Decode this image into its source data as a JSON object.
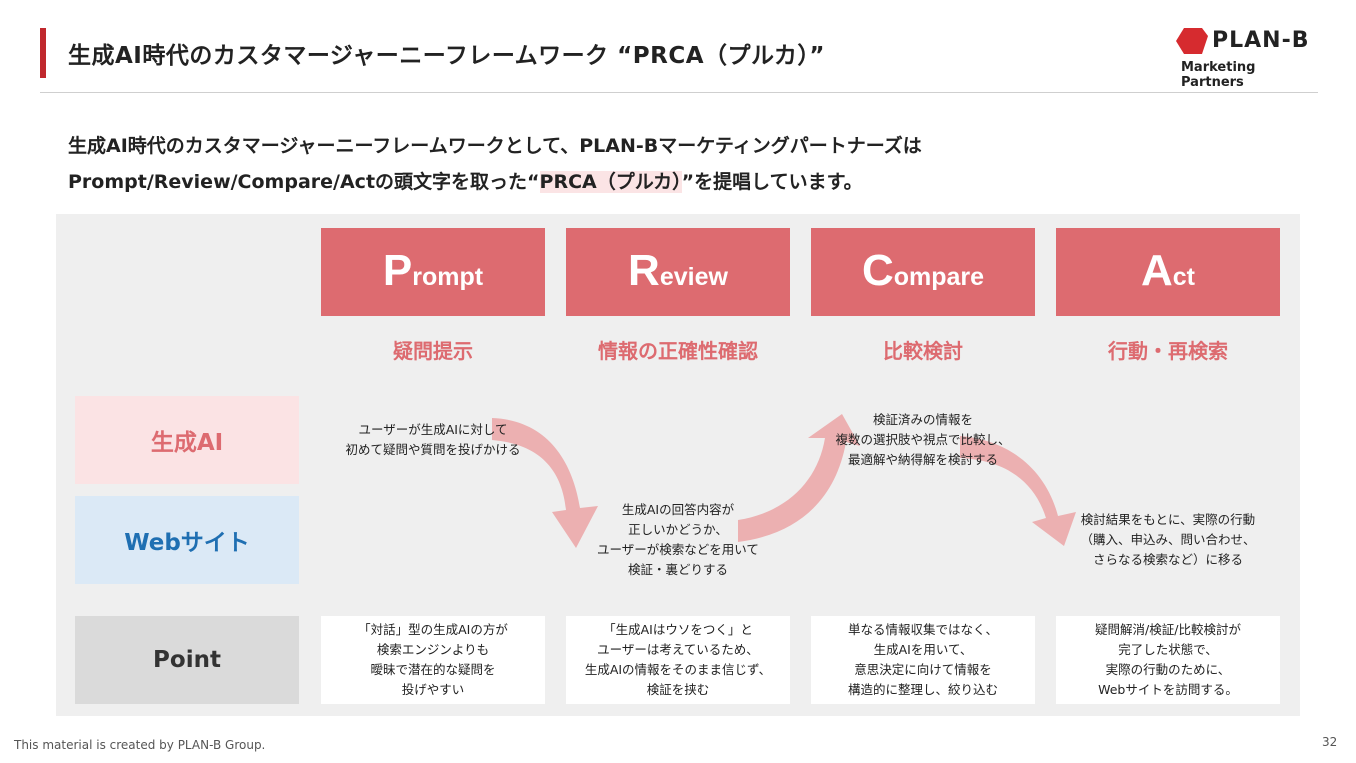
{
  "header": {
    "title": "生成AI時代のカスタマージャーニーフレームワーク “PRCA（プルカ）”",
    "logo_name": "PLAN-B",
    "logo_sub": "Marketing Partners"
  },
  "intro": {
    "line1": "生成AI時代のカスタマージャーニーフレームワークとして、PLAN-Bマーケティングパートナーズは",
    "line2_pre": "Prompt/Review/Compare/Actの頭文字を取った“",
    "line2_hl": "PRCA（プルカ）",
    "line2_post": "”を提唱しています。"
  },
  "stages": [
    {
      "cap": "P",
      "rest": "rompt",
      "subtitle": "疑問提示"
    },
    {
      "cap": "R",
      "rest": "eview",
      "subtitle": "情報の正確性確認"
    },
    {
      "cap": "C",
      "rest": "ompare",
      "subtitle": "比較検討"
    },
    {
      "cap": "A",
      "rest": "ct",
      "subtitle": "行動・再検索"
    }
  ],
  "rows": {
    "ai": "生成AI",
    "web": "Webサイト",
    "point": "Point"
  },
  "flow": {
    "prompt": [
      "ユーザーが生成AIに対して",
      "初めて疑問や質問を投げかける"
    ],
    "review": [
      "生成AIの回答内容が",
      "正しいかどうか、",
      "ユーザーが検索などを用いて",
      "検証・裏どりする"
    ],
    "compare": [
      "検証済みの情報を",
      "複数の選択肢や視点で比較し、",
      "最適解や納得解を検討する"
    ],
    "act": [
      "検討結果をもとに、実際の行動",
      "（購入、申込み、問い合わせ、",
      "さらなる検索など）に移る"
    ]
  },
  "points": [
    [
      "「対話」型の生成AIの方が",
      "検索エンジンよりも",
      "曖昧で潜在的な疑問を",
      "投げやすい"
    ],
    [
      "「生成AIはウソをつく」と",
      "ユーザーは考えているため、",
      "生成AIの情報をそのまま信じず、",
      "検証を挟む"
    ],
    [
      "単なる情報収集ではなく、",
      "生成AIを用いて、",
      "意思決定に向けて情報を",
      "構造的に整理し、絞り込む"
    ],
    [
      "疑問解消/検証/比較検討が",
      "完了した状態で、",
      "実際の行動のために、",
      "Webサイトを訪問する。"
    ]
  ],
  "footer": {
    "text": "This material is created by PLAN-B Group.",
    "page": "32"
  },
  "colors": {
    "accent": "#dd6b70",
    "arrow": "#eba8aa",
    "title_bar": "#c0282d",
    "web_text": "#1f6fb2"
  }
}
